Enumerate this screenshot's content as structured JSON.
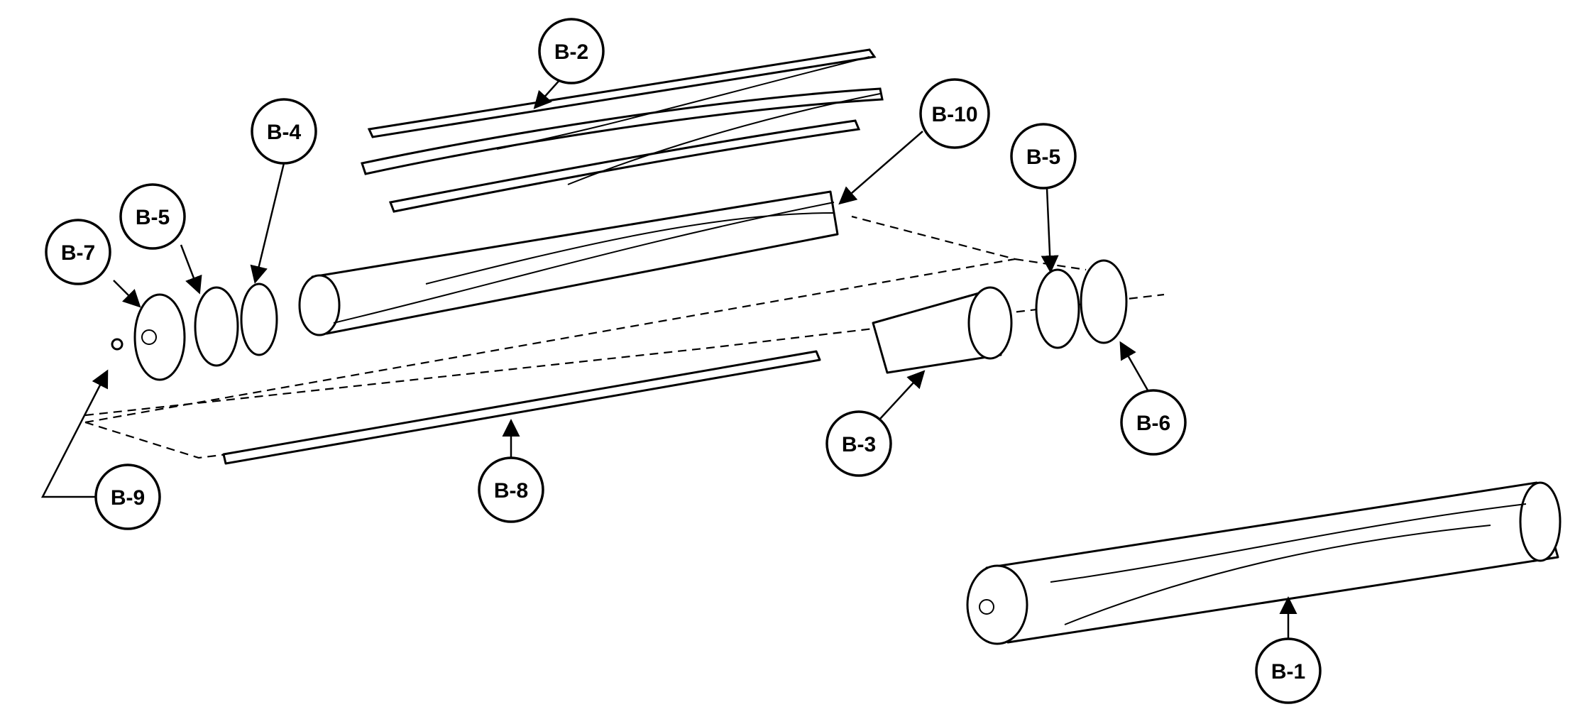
{
  "callouts": {
    "b2": "B-2",
    "b4": "B-4",
    "b10": "B-10",
    "b5_left": "B-5",
    "b7": "B-7",
    "b5_right": "B-5",
    "b6": "B-6",
    "b3": "B-3",
    "b9": "B-9",
    "b8": "B-8",
    "b1": "B-1"
  }
}
